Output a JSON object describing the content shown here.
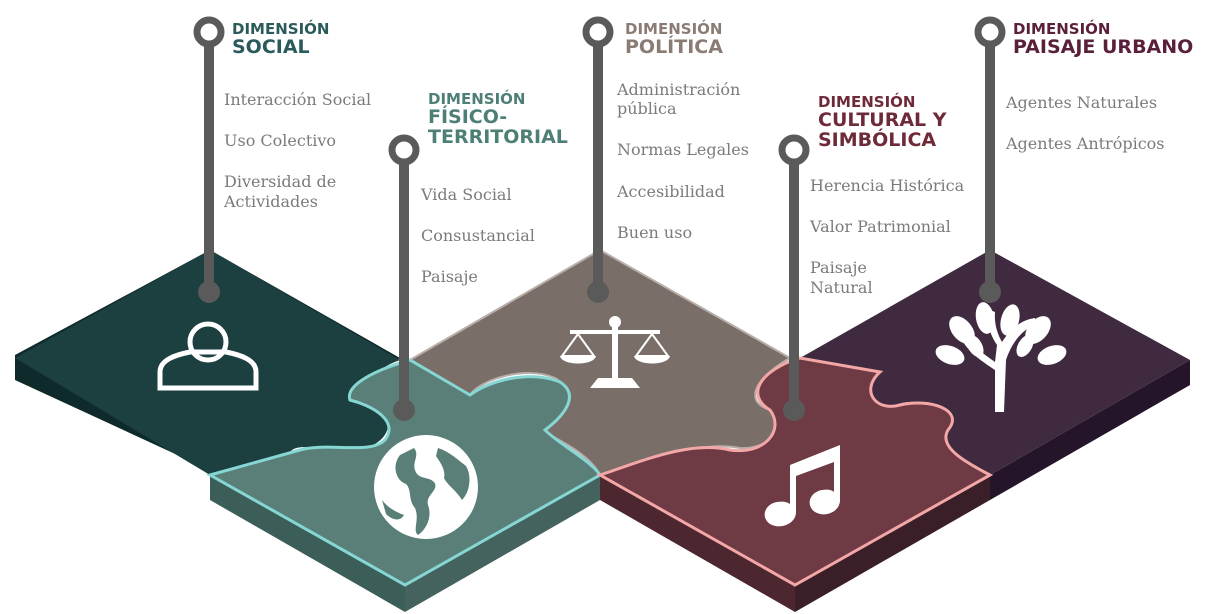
{
  "colors": {
    "social": "#1c3f40",
    "fisico": "#5a7f78",
    "politica": "#7a6e68",
    "cultural": "#6e3a44",
    "urbano": "#3f2a3f",
    "pin": "#5a5a5a",
    "fisico_outline": "#86d6d4",
    "cultural_outline": "#f3a7a7",
    "politica_outline": "#b8aeaa"
  },
  "dimensions": [
    {
      "key": "social",
      "title_line1": "DIMENSIÓN",
      "title_line2": "SOCIAL",
      "title_color": "#2a5a5a",
      "icon": "person-icon",
      "items": [
        "Interacción Social",
        "Uso Colectivo",
        "Diversidad de Actividades"
      ]
    },
    {
      "key": "fisico",
      "title_line1": "DIMENSIÓN",
      "title_line2": "FÍSICO-TERRITORIAL",
      "title_color": "#4d7f77",
      "icon": "globe-icon",
      "items": [
        "Vida Social",
        "Consustancial",
        "Paisaje"
      ]
    },
    {
      "key": "politica",
      "title_line1": "DIMENSIÓN",
      "title_line2": "POLÍTICA",
      "title_color": "#8a7c74",
      "icon": "scales-icon",
      "items": [
        "Administración pública",
        "Normas Legales",
        "Accesibilidad",
        "Buen uso"
      ]
    },
    {
      "key": "cultural",
      "title_line1": "DIMENSIÓN",
      "title_line2": "CULTURAL Y SIMBÓLICA",
      "title_color": "#6e2a38",
      "icon": "music-note-icon",
      "items": [
        "Herencia Histórica",
        "Valor Patrimonial",
        "Paisaje Natural"
      ]
    },
    {
      "key": "urbano",
      "title_line1": "DIMENSIÓN",
      "title_line2": "PAISAJE URBANO",
      "title_color": "#5a1f3a",
      "icon": "tree-icon",
      "items": [
        "Agentes Naturales",
        "Agentes Antrópicos"
      ]
    }
  ]
}
